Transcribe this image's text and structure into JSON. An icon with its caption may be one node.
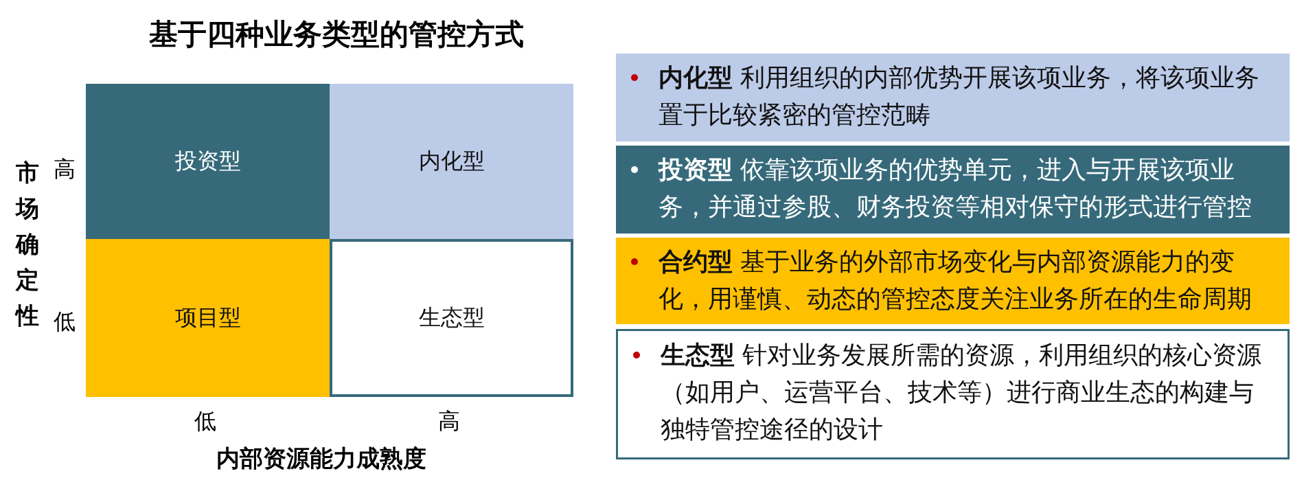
{
  "diagram": {
    "title": "基于四种业务类型的管控方式",
    "nodes": [
      {
        "text": [
          "投资型"
        ]
      },
      {
        "text": [
          "内化型"
        ]
      },
      {
        "text": [
          "项目型"
        ]
      },
      {
        "text": [
          "生态型"
        ]
      },
      {
        "text": [
          "**内化型** 利用组织的内部优势开展该项业务，将该项业务置于比较紧密的管控范畴"
        ]
      },
      {
        "text": [
          "**投资型** 依靠该项业务的优势单元，进入与开展该项业务，并通过参股、财务投资等相对保守的形式进行管控"
        ]
      },
      {
        "text": [
          "**合约型** 基于业务的外部市场变化与内部资源能力的变化，用谨慎、动态的管控态度关注业务所在的生命周期"
        ]
      },
      {
        "text": [
          "**生态型** 针对业务发展所需的资源，利用组织的核心资源（如用户、运营平台、技术等）进行商业生态的构建与独特管控途径的设计"
        ]
      }
    ],
    "labels": [
      "市场确定性",
      "高",
      "低",
      "低",
      "高",
      "内部资源能力成熟度"
    ]
  }
}
